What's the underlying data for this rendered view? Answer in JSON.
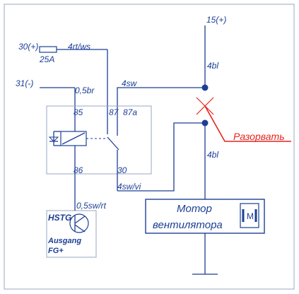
{
  "labels": {
    "terminal_15": "15(+)",
    "terminal_30": "30(+)",
    "fuse_rating": "25A",
    "wire_4rt_ws": "4rt/ws",
    "terminal_31": "31(-)",
    "wire_05br": "0,5br",
    "wire_4sw": "4sw",
    "wire_4bl_top": "4bl",
    "wire_4bl_bottom": "4bl",
    "pin_85": "85",
    "pin_87": "87",
    "pin_87a": "87a",
    "pin_86": "86",
    "pin_30": "30",
    "wire_4sw_vi": "4sw/vi",
    "wire_05sw_rt": "0,5sw/rt",
    "hstg": "HSTG",
    "ausgang": "Ausgang",
    "fg_plus": "FG+",
    "motor_line1": "Мотор",
    "motor_line2": "вентилятора",
    "motor_symbol": "M",
    "cut_label": "Разорвать"
  },
  "colors": {
    "wire": "#1c3f95",
    "cut": "#e5241c",
    "frame": "#9aa7c2"
  }
}
